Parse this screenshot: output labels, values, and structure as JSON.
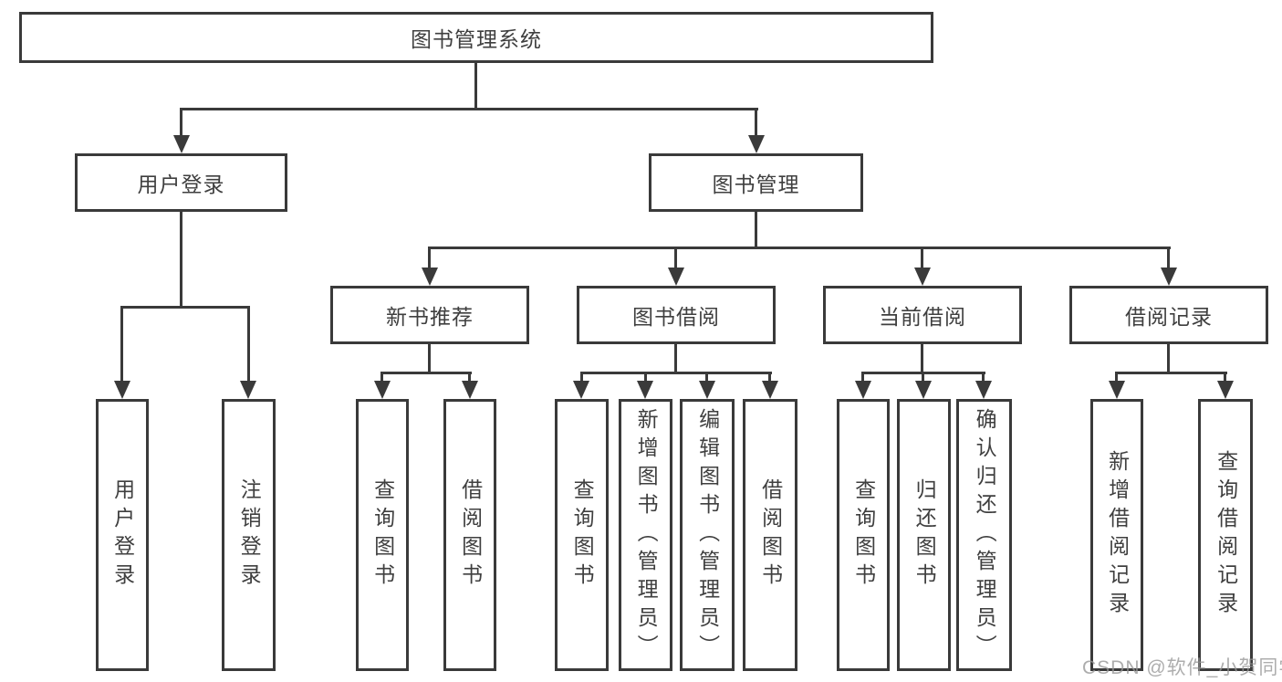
{
  "diagram": {
    "title": "图书管理系统",
    "branches": [
      {
        "label": "用户登录",
        "leaves": [
          "用户登录",
          "注销登录"
        ]
      },
      {
        "label": "图书管理",
        "groups": [
          {
            "label": "新书推荐",
            "leaves": [
              "查询图书",
              "借阅图书"
            ]
          },
          {
            "label": "图书借阅",
            "leaves": [
              "查询图书",
              "新增图书（管理员）",
              "编辑图书（管理员）",
              "借阅图书"
            ]
          },
          {
            "label": "当前借阅",
            "leaves": [
              "查询图书",
              "归还图书",
              "确认归还（管理员）"
            ]
          },
          {
            "label": "借阅记录",
            "leaves": [
              "新增借阅记录",
              "查询借阅记录"
            ]
          }
        ]
      }
    ]
  },
  "watermark": {
    "text": "CSDN @软件_小贺同学"
  },
  "colors": {
    "line": "#3a3a3a",
    "text": "#3f3f3f",
    "box_background": "#ffffff",
    "page_background": "#ffffff",
    "watermark": "#969696"
  }
}
